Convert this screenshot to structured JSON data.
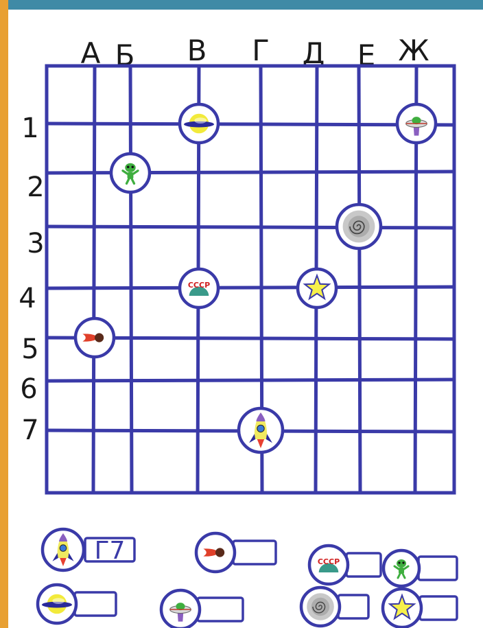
{
  "grid": {
    "columns": [
      "А",
      "Б",
      "В",
      "Г",
      "Д",
      "Е",
      "Ж"
    ],
    "rows": [
      "1",
      "2",
      "3",
      "4",
      "5",
      "6",
      "7"
    ]
  },
  "placed_tokens": [
    {
      "icon": "planet-icon",
      "column": "В",
      "row": "1"
    },
    {
      "icon": "ufo-icon",
      "column": "Ж",
      "row": "1"
    },
    {
      "icon": "alien-icon",
      "column": "Б",
      "row": "2"
    },
    {
      "icon": "galaxy-icon",
      "column": "Е",
      "row": "3"
    },
    {
      "icon": "cccp-satellite-icon",
      "column": "В",
      "row": "4"
    },
    {
      "icon": "star-icon",
      "column": "Д",
      "row": "4"
    },
    {
      "icon": "comet-icon",
      "column": "А",
      "row": "5"
    },
    {
      "icon": "rocket-icon",
      "column": "Г",
      "row": "7"
    }
  ],
  "answer_keys": [
    {
      "icon": "rocket-icon",
      "answer": "Г7"
    },
    {
      "icon": "comet-icon",
      "answer": ""
    },
    {
      "icon": "cccp-satellite-icon",
      "answer": ""
    },
    {
      "icon": "alien-icon",
      "answer": ""
    },
    {
      "icon": "planet-icon",
      "answer": ""
    },
    {
      "icon": "ufo-icon",
      "answer": ""
    },
    {
      "icon": "galaxy-icon",
      "answer": ""
    },
    {
      "icon": "star-icon",
      "answer": ""
    }
  ],
  "badge_text": "СССР",
  "colors": {
    "frame_teal": "#3f8aa6",
    "frame_orange": "#e8a033",
    "paper": "#ffffff",
    "ink": "#3a3aa8",
    "planet_yellow": "#f2ea3a",
    "alien_green": "#3fae3f",
    "star_yellow": "#f6f04a",
    "comet_red": "#e0402a",
    "rocket_purple": "#8a5fc0"
  }
}
